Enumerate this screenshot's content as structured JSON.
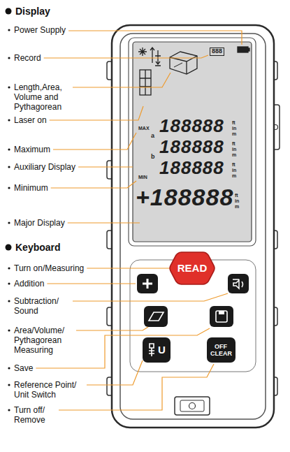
{
  "diagram": {
    "nodes": [
      {
        "text": [
          "888",
          "MAX",
          "188888",
          "ft in m",
          "a",
          "188888",
          "ft in m",
          "MIN",
          "b",
          "188888",
          "ft in m",
          "+188888",
          "ft in m"
        ]
      },
      {
        "text": [
          "READ"
        ]
      },
      {
        "text": [
          "U"
        ]
      },
      {
        "text": [
          "OFF CLEAR"
        ]
      }
    ],
    "labels": [
      "Display",
      "Power Supply",
      "Record",
      "Length,Area, Volume and Pythagorean",
      "Laser on",
      "Maximum",
      "Auxiliary Display",
      "Minimum",
      "Major Display",
      "Keyboard",
      "Turn on/Measuring",
      "Addition",
      "Subtraction/ Sound",
      "Area/Volume/ Pythagorean Measuring",
      "Save",
      "Reference Point/ Unit Switch",
      "Turn off/ Remove"
    ]
  }
}
